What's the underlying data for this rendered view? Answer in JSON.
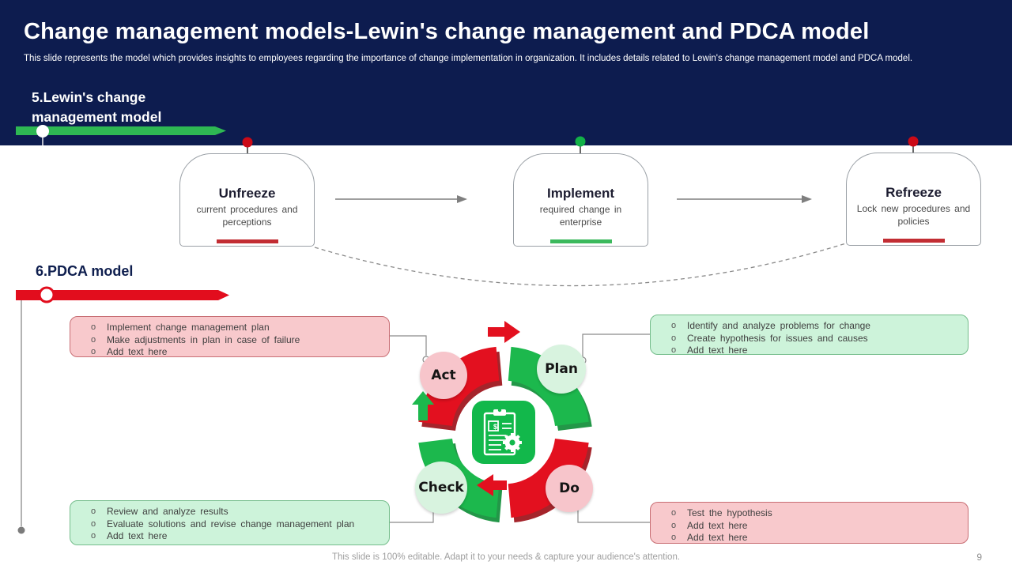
{
  "slide": {
    "title": "Change management models-Lewin's change management and PDCA model",
    "subtitle": "This slide represents the model which provides insights to employees regarding the importance of change implementation in organization. It includes details related to Lewin's change management model and PDCA model.",
    "footer_note": "This slide is 100% editable. Adapt it to your needs & capture your audience's attention.",
    "page_number": "9",
    "bullet_char": "o"
  },
  "colors": {
    "header_navy": "#0d1c4f",
    "accent_red": "#e20d1d",
    "accent_green": "#1cb84d",
    "pink_fill": "#f8c9cc",
    "pink_border": "#c86e74",
    "green_fill": "#cdf3da",
    "green_border": "#74bd8b",
    "connector_gray": "#8a8a8a"
  },
  "icons": {
    "center": "clipboard-gear-icon",
    "pins": "pin-icon",
    "flow": "arrow-icon"
  },
  "lewin": {
    "heading": "5.Lewin's change management model",
    "boxes": [
      {
        "title": "Unfreeze",
        "desc": "current procedures and perceptions",
        "accent": "#c22d33",
        "pin": "#cb0a17"
      },
      {
        "title": "Implement",
        "desc": "required change in enterprise",
        "accent": "#3cb95d",
        "pin": "#12b148"
      },
      {
        "title": "Refreeze",
        "desc": "Lock new procedures and policies",
        "accent": "#c22d33",
        "pin": "#cb0a17"
      }
    ]
  },
  "pdca": {
    "heading": "6.PDCA model",
    "labels": {
      "act": "Act",
      "plan": "Plan",
      "check": "Check",
      "do": "Do"
    },
    "act_items": [
      "Implement change management plan",
      "Make adjustments in plan in case of failure",
      "Add text here"
    ],
    "plan_items": [
      "Identify and analyze problems for change",
      "Create hypothesis for issues and causes",
      "Add text here"
    ],
    "check_items": [
      "Review and analyze results",
      "Evaluate solutions and revise change management plan",
      "Add text here"
    ],
    "do_items": [
      "Test the hypothesis",
      "Add text here",
      "Add text here"
    ]
  }
}
